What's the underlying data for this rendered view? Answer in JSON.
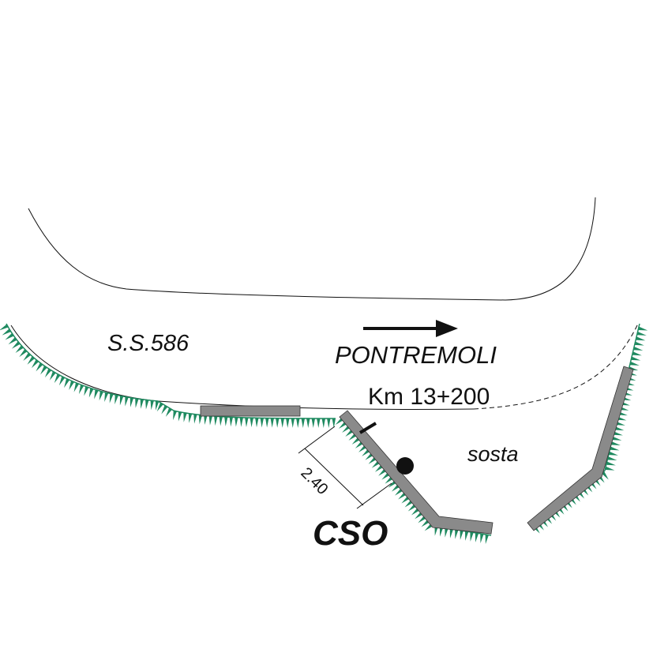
{
  "labels": {
    "road": "S.S.586",
    "direction": "PONTREMOLI",
    "km": "Km 13+200",
    "area": "sosta",
    "distance": "2.40",
    "station_code": "CSO"
  },
  "colors": {
    "ink": "#111111",
    "hatch": "#1f8a60",
    "barrier": "#8a8a8a",
    "barrier_edge": "#333333"
  }
}
